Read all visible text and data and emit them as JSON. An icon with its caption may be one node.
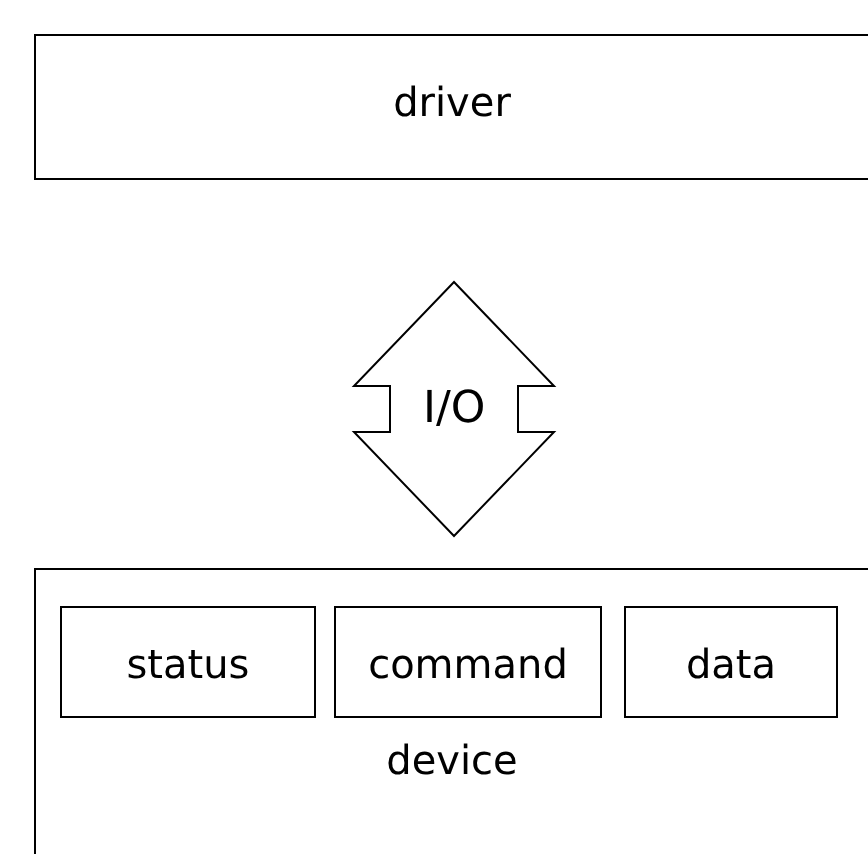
{
  "diagram": {
    "nodes": [
      {
        "text": [
          "driver"
        ]
      },
      {
        "text": [
          "device"
        ]
      },
      {
        "text": [
          "status"
        ],
        "in": 1
      },
      {
        "text": [
          "command"
        ],
        "in": 1
      },
      {
        "text": [
          "data"
        ],
        "in": 1
      }
    ],
    "edges": [
      {
        "from": 0,
        "to": 1,
        "arrow": "both",
        "label": "I/O",
        "style": "thick"
      }
    ]
  }
}
